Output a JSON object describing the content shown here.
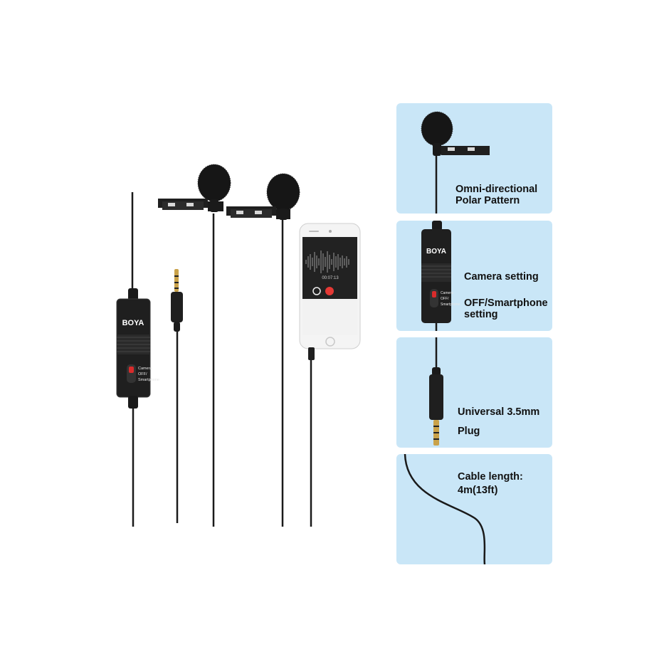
{
  "brand": "BOYA",
  "transmitter_switch": {
    "label_1": "Camera",
    "label_2": "OFF/",
    "label_3": "Smartphone"
  },
  "phone_screen": {
    "timer": "00:07:13"
  },
  "features": [
    {
      "id": "polar-pattern",
      "lines": [
        "Omni-directional",
        "Polar Pattern"
      ]
    },
    {
      "id": "switch-settings",
      "lines": [
        "Camera setting",
        "OFF/Smartphone",
        "setting"
      ]
    },
    {
      "id": "plug",
      "lines": [
        "Universal 3.5mm",
        "Plug"
      ]
    },
    {
      "id": "cable",
      "lines": [
        "Cable length:",
        "4m(13ft)"
      ]
    }
  ],
  "colors": {
    "panel_bg": "#c9e6f7",
    "device_black": "#1a1a1a",
    "switch_red": "#d92b2b",
    "record_red": "#e53935",
    "plug_gold": "#c9a24a"
  }
}
